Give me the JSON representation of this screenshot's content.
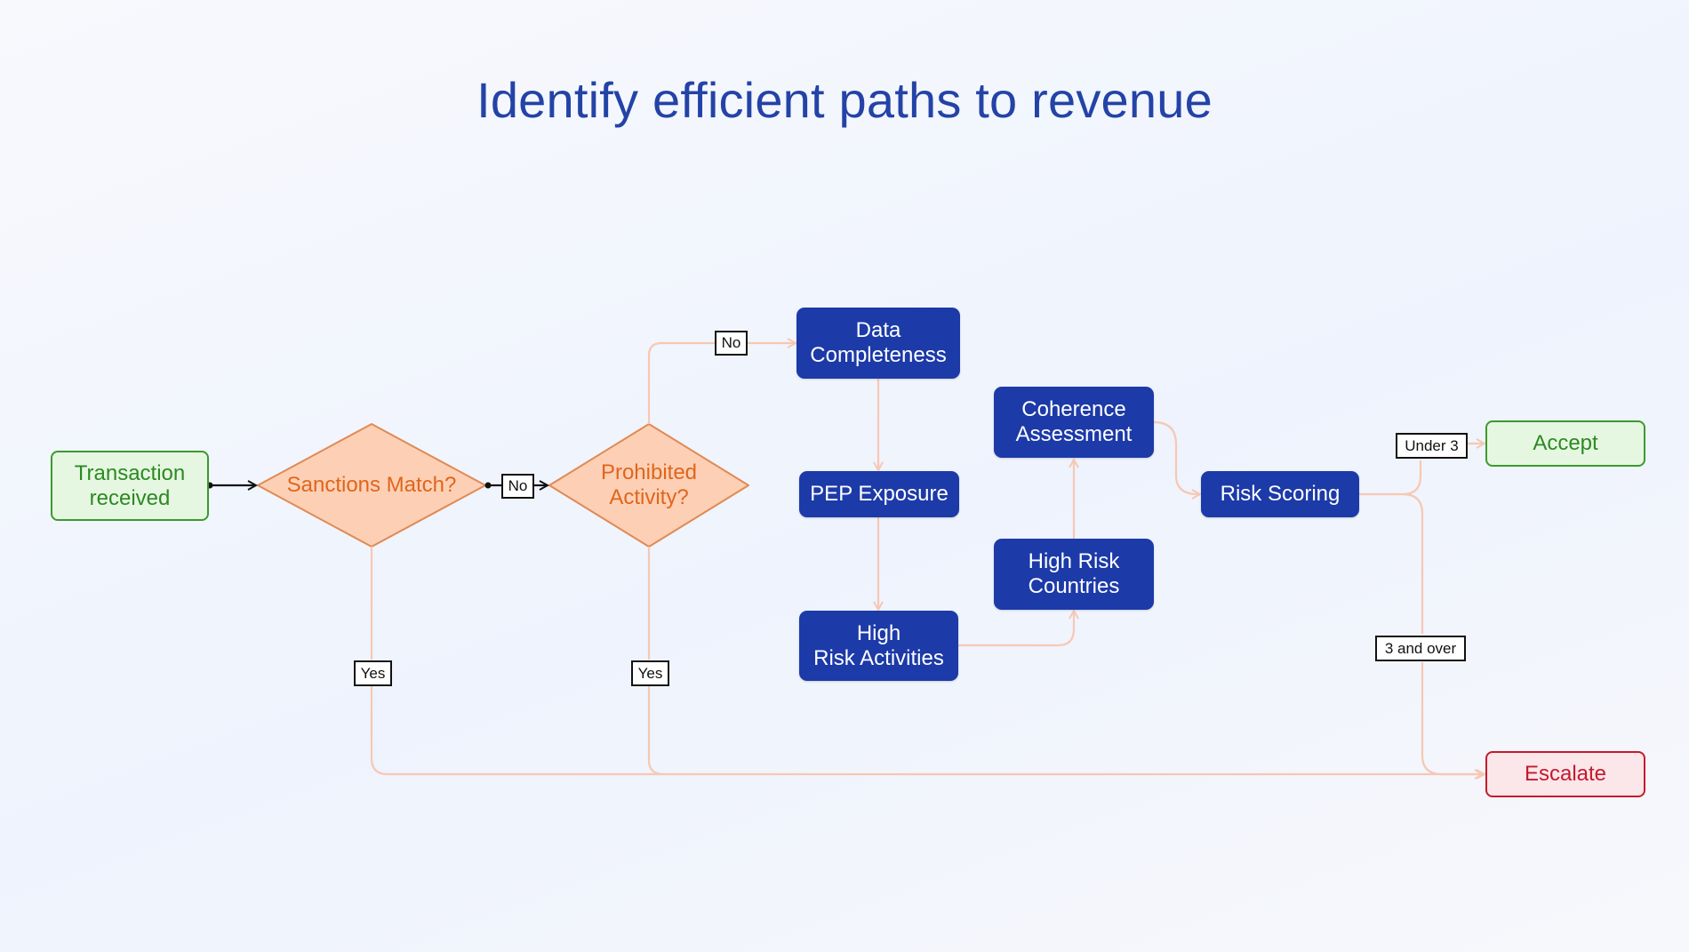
{
  "title": "Identify efficient paths to revenue",
  "nodes": {
    "transaction": "Transaction\nreceived",
    "sanctions": "Sanctions Match?",
    "prohibited": "Prohibited\nActivity?",
    "data_completeness": "Data\nCompleteness",
    "pep": "PEP Exposure",
    "high_risk_activities": "High\nRisk Activities",
    "high_risk_countries": "High Risk\nCountries",
    "coherence": "Coherence\nAssessment",
    "risk_scoring": "Risk Scoring",
    "accept": "Accept",
    "escalate": "Escalate"
  },
  "edge_labels": {
    "sanctions_no": "No",
    "sanctions_yes": "Yes",
    "prohibited_no": "No",
    "prohibited_yes": "Yes",
    "under_3": "Under 3",
    "three_and_over": "3 and over"
  },
  "colors": {
    "title": "#2343a6",
    "process_fill": "#1c3aa8",
    "decision_fill": "#fdd0b5",
    "decision_stroke": "#e08a55",
    "decision_text": "#e0651c",
    "accept_fill": "#e6f7e1",
    "accept_stroke": "#3b9a2e",
    "escalate_fill": "#fbe6e9",
    "escalate_stroke": "#c41a2d",
    "connector": "#f6c8b4"
  }
}
